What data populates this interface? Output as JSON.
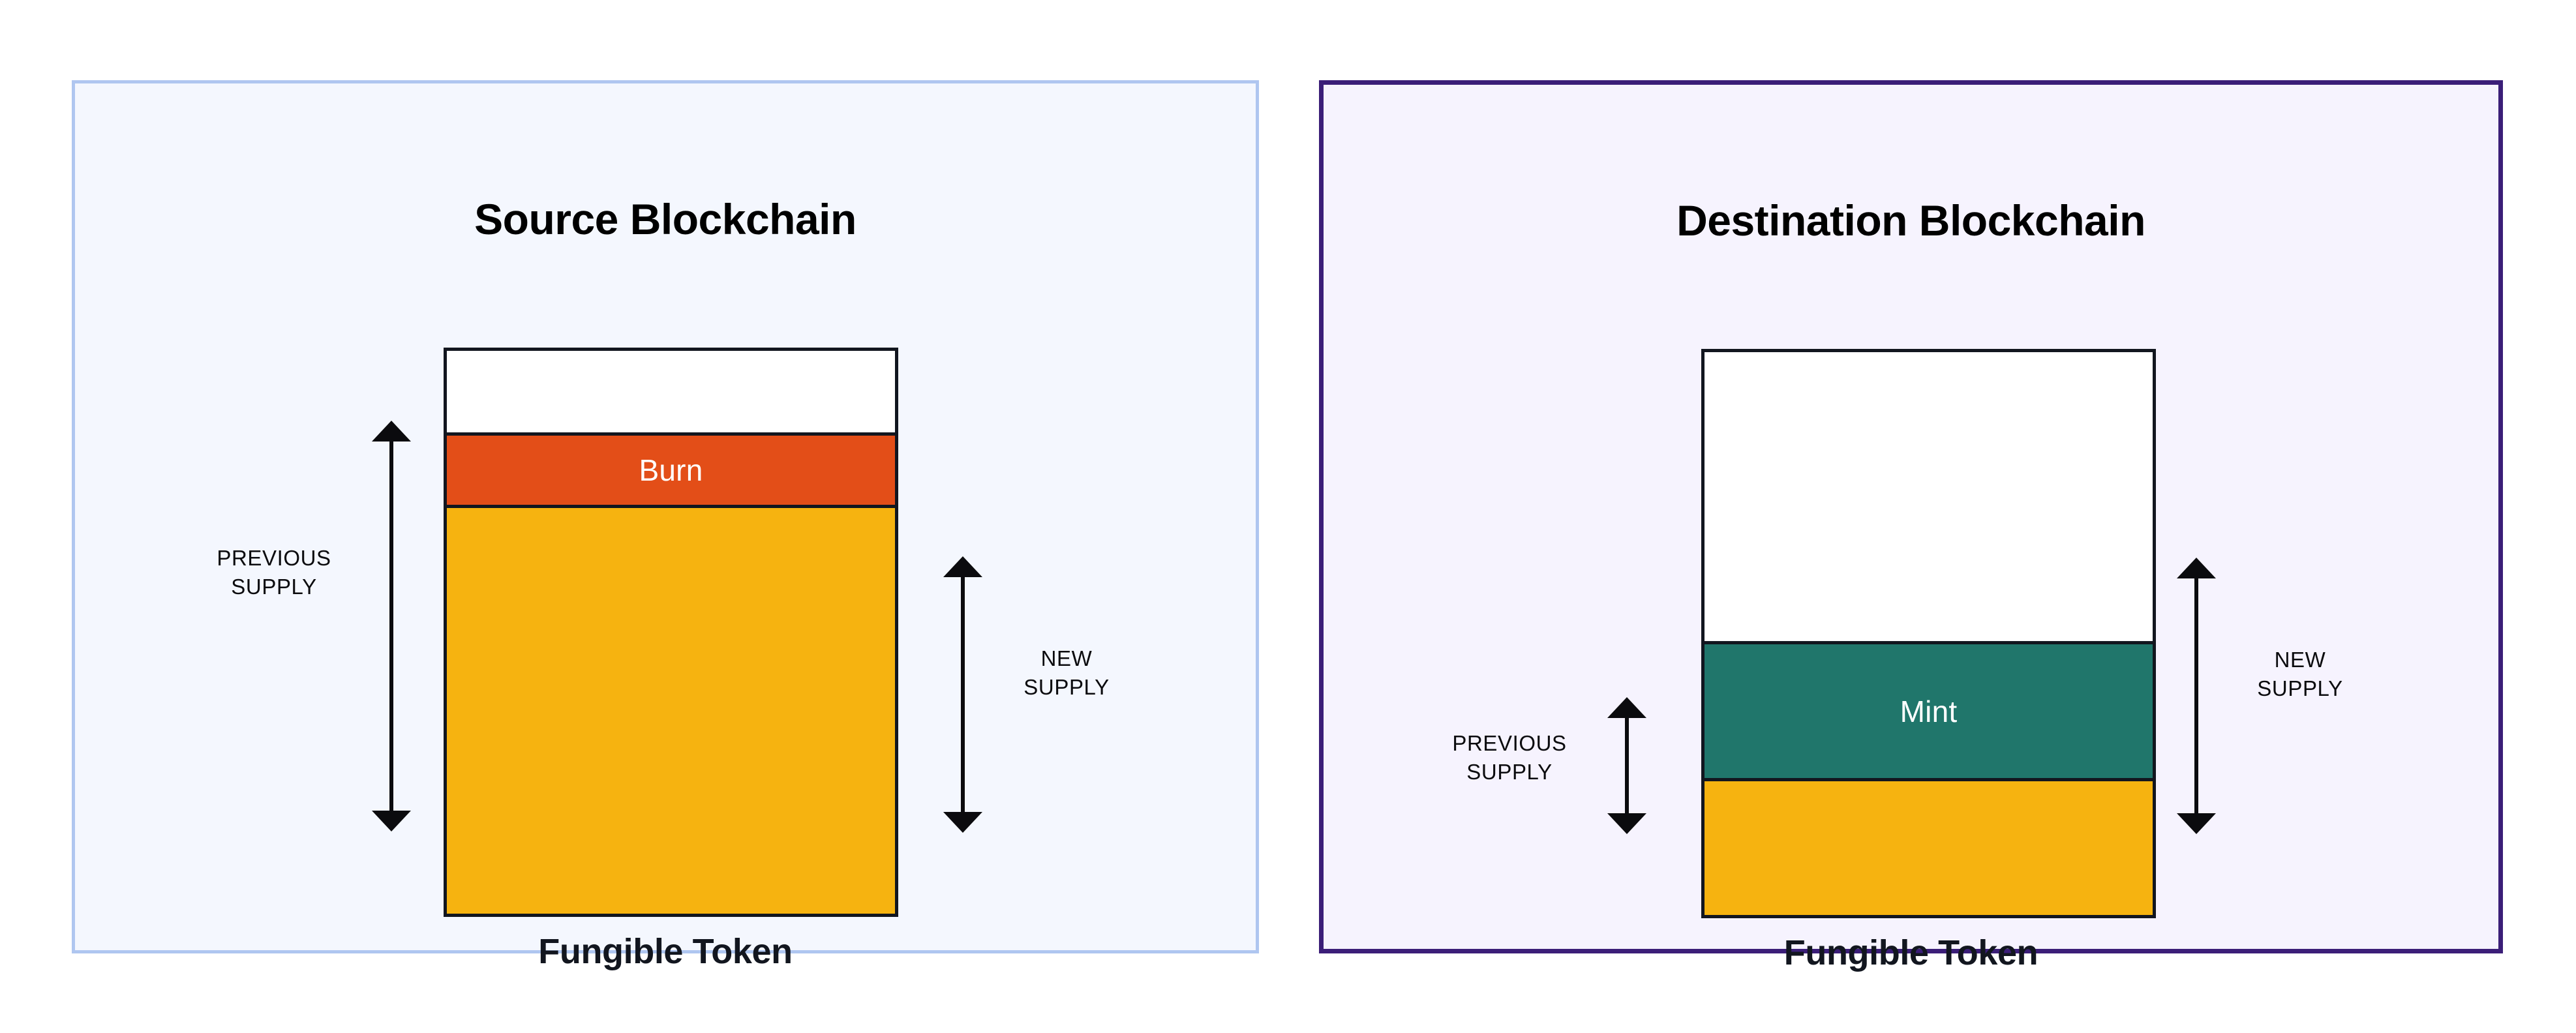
{
  "diagram": {
    "title_hidden": "",
    "panels": [
      {
        "id": "source",
        "title": "Source Blockchain",
        "footer": "Fungible Token",
        "border_color": "#AFC6F0",
        "background_color": "#F4F7FE",
        "bar": {
          "segments": [
            {
              "name": "empty",
              "label": "",
              "color": "#FFFFFF",
              "fraction": 0.143
            },
            {
              "name": "burn",
              "label": "Burn",
              "color": "#E34E18",
              "fraction": 0.133
            },
            {
              "name": "supply",
              "label": "",
              "color": "#F6B310",
              "fraction": 0.724
            }
          ]
        },
        "annotations": [
          {
            "name": "previous-supply",
            "label": "PREVIOUS\nSUPPLY",
            "side": "left",
            "arrow": "double",
            "spans": [
              "burn",
              "supply"
            ]
          },
          {
            "name": "new-supply",
            "label": "NEW\nSUPPLY",
            "side": "right",
            "arrow": "double",
            "spans": [
              "supply"
            ]
          }
        ]
      },
      {
        "id": "destination",
        "title": "Destination Blockchain",
        "footer": "Fungible Token",
        "border_color": "#3B1E78",
        "background_color": "#F6F3FE",
        "bar": {
          "segments": [
            {
              "name": "empty",
              "label": "",
              "color": "#FFFFFF",
              "fraction": 0.508
            },
            {
              "name": "mint",
              "label": "Mint",
              "color": "#20766B",
              "fraction": 0.246
            },
            {
              "name": "supply",
              "label": "",
              "color": "#F6B310",
              "fraction": 0.246
            }
          ]
        },
        "annotations": [
          {
            "name": "previous-supply",
            "label": "PREVIOUS\nSUPPLY",
            "side": "left",
            "arrow": "double",
            "spans": [
              "supply"
            ]
          },
          {
            "name": "new-supply",
            "label": "NEW\nSUPPLY",
            "side": "right",
            "arrow": "double",
            "spans": [
              "mint",
              "supply"
            ]
          }
        ]
      }
    ],
    "colors": {
      "burn": "#E34E18",
      "mint": "#20766B",
      "supply": "#F6B310",
      "outline": "#12161F",
      "arrow": "#0B0B0E",
      "source_border": "#AFC6F0",
      "source_bg": "#F4F7FE",
      "dest_border": "#3B1E78",
      "dest_bg": "#F6F3FE",
      "title_text": "#000000",
      "footer_text": "#12161F"
    }
  }
}
